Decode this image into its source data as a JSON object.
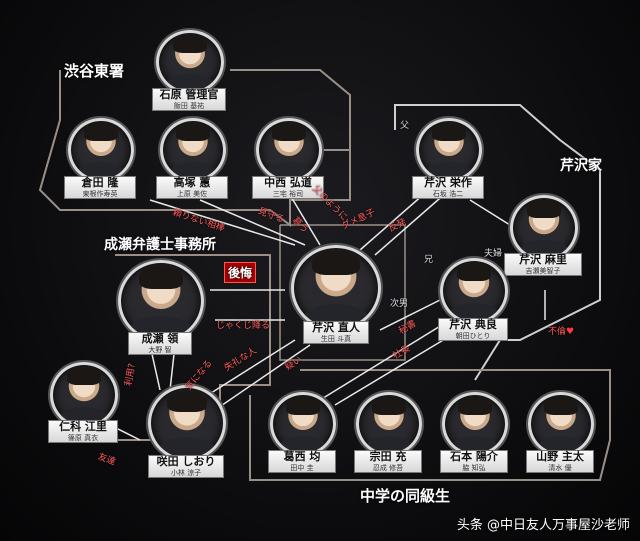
{
  "groups": {
    "shibuya": "渋谷東署",
    "law_office": "成瀬弁護士事務所",
    "serizawa_family": "芹沢家",
    "classmates": "中学の同級生"
  },
  "people": {
    "ishihara": {
      "name": "石原 管理官",
      "actor": "飯田 基祐"
    },
    "kurata": {
      "name": "倉田 隆",
      "actor": "東根作寿英"
    },
    "takatsuka": {
      "name": "高塚 蕙",
      "actor": "上原 美佐"
    },
    "nakanishi": {
      "name": "中西 弘道",
      "actor": "三宅 裕司"
    },
    "eisaku": {
      "name": "芹沢 栄作",
      "actor": "石坂 浩二"
    },
    "mari": {
      "name": "芹沢 麻里",
      "actor": "吉瀬美智子"
    },
    "naruse": {
      "name": "成瀬 領",
      "actor": "大野 智"
    },
    "naoto": {
      "name": "芹沢 直人",
      "actor": "生田 斗真"
    },
    "norihiro": {
      "name": "芹沢 典良",
      "actor": "朝田ひとり"
    },
    "nishina": {
      "name": "仁科 江里",
      "actor": "篠原 真衣"
    },
    "sakita": {
      "name": "咲田 しおり",
      "actor": "小林 涼子"
    },
    "kuzunishi": {
      "name": "葛西 均",
      "actor": "田中 圭"
    },
    "muneta": {
      "name": "宗田 充",
      "actor": "忍成 修吾"
    },
    "ishimoto": {
      "name": "石本 陽介",
      "actor": "脇 知弘"
    },
    "yamano": {
      "name": "山野 主太",
      "actor": "清水 優"
    }
  },
  "relations": {
    "tayorinai": "頼りない相棒",
    "mimamoru": "見守る",
    "chichi_no_you": "父のように",
    "shitau": "慕う",
    "dame_musuko": "ダメ息子",
    "hanpatsu": "反発",
    "koukai": "後悔",
    "jakuku": "じゃくじ降る",
    "shitsurei": "失礼な人",
    "utagai": "疑い",
    "riyou": "利用?",
    "ki_ni_naru": "気になる",
    "tomodachi": "友達",
    "hisho": "秘書",
    "shachou": "社長",
    "furin": "不倫",
    "chichi": "父",
    "fuufu": "夫婦",
    "ani": "兄",
    "jinan": "次男"
  },
  "watermark": "头条 @中日友人万事屋沙老师",
  "colors": {
    "accent_red": "#ff5b5b",
    "line_white": "#e8e8e8",
    "group_frame": "#9a8f86"
  }
}
